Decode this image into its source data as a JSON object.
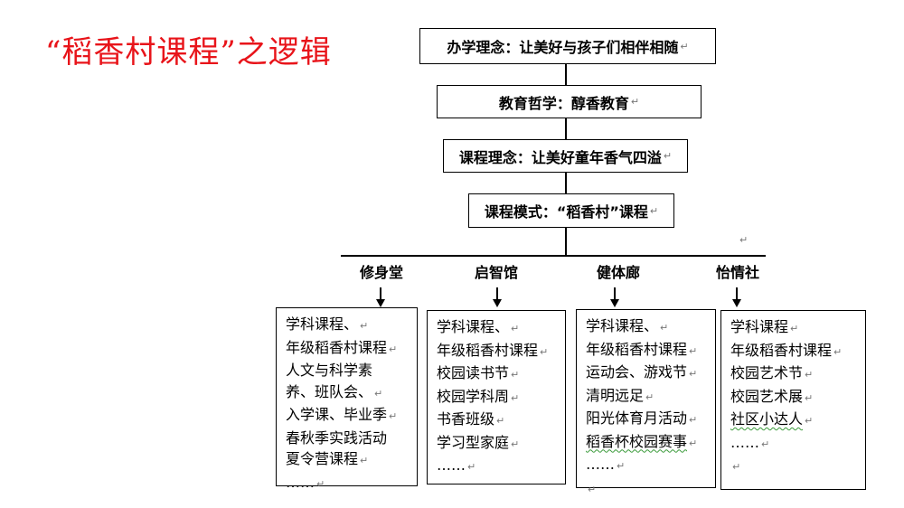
{
  "title": "“稻香村课程”之逻辑",
  "paragraph_mark": "↵",
  "levels": {
    "school_philosophy": "办学理念：让美好与孩子们相伴相随",
    "education_philosophy": "教育哲学：醇香教育",
    "curriculum_concept": "课程理念：让美好童年香气四溢",
    "curriculum_model": "课程模式：“稻香村”课程"
  },
  "branches": [
    "修身堂",
    "启智馆",
    "健体廊",
    "怡情社"
  ],
  "columns": [
    [
      "学科课程、",
      "年级稻香村课程",
      "人文与科学素",
      "养、班队会、",
      "入学课、毕业季",
      "春秋季实践活动",
      "夏令营课程",
      "……"
    ],
    [
      "学科课程、",
      "年级稻香村课程",
      "校园读书节",
      "校园学科周",
      "书香班级",
      "学习型家庭",
      "……"
    ],
    [
      "学科课程、",
      "年级稻香村课程",
      "运动会、游戏节",
      "清明远足",
      "阳光体育月活动",
      "稻香杯校园赛事",
      "……",
      ""
    ],
    [
      "学科课程",
      "年级稻香村课程",
      "校园艺术节",
      "校园艺术展",
      "社区小达人",
      "……",
      ""
    ]
  ]
}
